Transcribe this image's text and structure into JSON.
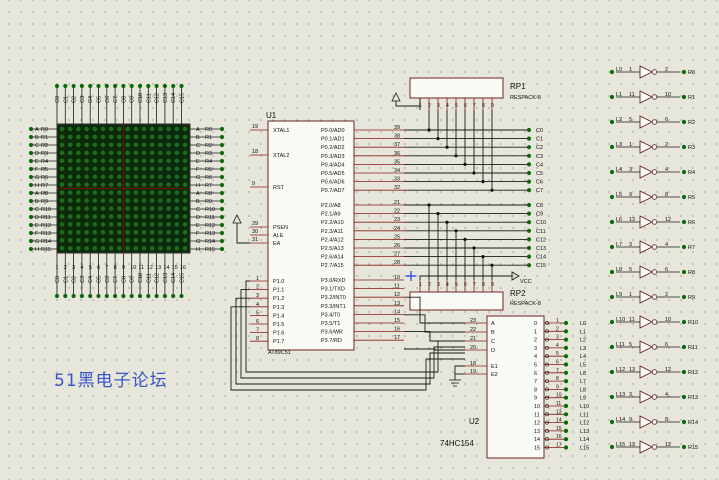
{
  "watermark": "51黑电子论坛",
  "u1": {
    "ref": "U1",
    "part": "AT89C51",
    "left_pins": [
      {
        "num": "19",
        "name": "XTAL1"
      },
      {
        "num": "18",
        "name": "XTAL2"
      },
      {
        "num": "9",
        "name": "RST"
      },
      {
        "num": "29",
        "name": "PSEN"
      },
      {
        "num": "30",
        "name": "ALE"
      },
      {
        "num": "31",
        "name": "EA"
      }
    ],
    "p1_pins": [
      {
        "num": "1",
        "name": "P1.0"
      },
      {
        "num": "2",
        "name": "P1.1"
      },
      {
        "num": "3",
        "name": "P1.2"
      },
      {
        "num": "4",
        "name": "P1.3"
      },
      {
        "num": "5",
        "name": "P1.4"
      },
      {
        "num": "6",
        "name": "P1.5"
      },
      {
        "num": "7",
        "name": "P1.6"
      },
      {
        "num": "8",
        "name": "P1.7"
      }
    ],
    "p0_pins": [
      {
        "num": "39",
        "name": "P0.0/AD0"
      },
      {
        "num": "38",
        "name": "P0.1/AD1"
      },
      {
        "num": "37",
        "name": "P0.2/AD2"
      },
      {
        "num": "36",
        "name": "P0.3/AD3"
      },
      {
        "num": "35",
        "name": "P0.4/AD4"
      },
      {
        "num": "34",
        "name": "P0.5/AD5"
      },
      {
        "num": "33",
        "name": "P0.6/AD6"
      },
      {
        "num": "32",
        "name": "P0.7/AD7"
      }
    ],
    "p2_pins": [
      {
        "num": "21",
        "name": "P2.0/A8"
      },
      {
        "num": "22",
        "name": "P2.1/A9"
      },
      {
        "num": "23",
        "name": "P2.2/A10"
      },
      {
        "num": "24",
        "name": "P2.3/A11"
      },
      {
        "num": "25",
        "name": "P2.4/A12"
      },
      {
        "num": "26",
        "name": "P2.5/A13"
      },
      {
        "num": "27",
        "name": "P2.6/A14"
      },
      {
        "num": "28",
        "name": "P2.7/A15"
      }
    ],
    "p3_pins": [
      {
        "num": "10",
        "name": "P3.0/RXD"
      },
      {
        "num": "11",
        "name": "P3.1/TXD"
      },
      {
        "num": "12",
        "name": "P3.2/INT0"
      },
      {
        "num": "13",
        "name": "P3.3/INT1"
      },
      {
        "num": "14",
        "name": "P3.4/T0"
      },
      {
        "num": "15",
        "name": "P3.5/T1"
      },
      {
        "num": "16",
        "name": "P3.6/WR"
      },
      {
        "num": "17",
        "name": "P3.7/RD"
      }
    ]
  },
  "rp1": {
    "ref": "RP1",
    "part": "RESPACK-8"
  },
  "rp2": {
    "ref": "RP2",
    "part": "RESPACK-8",
    "vcc": "VCC"
  },
  "u2": {
    "ref": "U2",
    "part": "74HC154",
    "in_pins": [
      {
        "num": "23",
        "name": "A"
      },
      {
        "num": "22",
        "name": "B"
      },
      {
        "num": "21",
        "name": "C"
      },
      {
        "num": "20",
        "name": "D"
      },
      {
        "num": "18",
        "name": "E1"
      },
      {
        "num": "19",
        "name": "E2"
      }
    ],
    "out_pins": [
      "0",
      "1",
      "2",
      "3",
      "4",
      "5",
      "6",
      "7",
      "8",
      "9",
      "10",
      "11",
      "12",
      "13",
      "14",
      "15"
    ],
    "out_nums": [
      "1",
      "2",
      "3",
      "4",
      "5",
      "6",
      "7",
      "8",
      "9",
      "10",
      "11",
      "13",
      "14",
      "15",
      "16",
      "17"
    ],
    "out_labels": [
      "L0",
      "L1",
      "L2",
      "L3",
      "L4",
      "L5",
      "L6",
      "L7",
      "L8",
      "L9",
      "L10",
      "L11",
      "L12",
      "L13",
      "L14",
      "L15"
    ]
  },
  "col_net_labels": [
    "C0",
    "C1",
    "C2",
    "C3",
    "C4",
    "C5",
    "C6",
    "C7",
    "C8",
    "C9",
    "C10",
    "C11",
    "C12",
    "C13",
    "C14",
    "C15"
  ],
  "matrix": {
    "top_labels": [
      "C0",
      "C1",
      "C2",
      "C3",
      "C4",
      "C5",
      "C6",
      "C7",
      "C8",
      "C9",
      "C10",
      "C11",
      "C12",
      "C13",
      "C14",
      "C15"
    ],
    "bottom_labels": [
      "C0",
      "C1",
      "C2",
      "C3",
      "C4",
      "C5",
      "C6",
      "C7",
      "C8",
      "C9",
      "C10",
      "C11",
      "C12",
      "C13",
      "C14",
      "C15"
    ],
    "left_labels": [
      "R0",
      "R1",
      "R2",
      "R3",
      "R4",
      "R5",
      "R6",
      "R7",
      "R8",
      "R9",
      "R10",
      "R11",
      "R12",
      "R13",
      "R14",
      "R15"
    ],
    "left_letters": [
      "A",
      "B",
      "C",
      "D",
      "E",
      "F",
      "G",
      "H",
      "A",
      "B",
      "C",
      "D",
      "E",
      "F",
      "G",
      "H"
    ],
    "right_letters": [
      "A",
      "B",
      "C",
      "D",
      "E",
      "F",
      "G",
      "H",
      "A",
      "B",
      "C",
      "D",
      "E",
      "F",
      "G",
      "H"
    ],
    "right_labels": [
      "R0",
      "R1",
      "R2",
      "R3",
      "R4",
      "R5",
      "R6",
      "R7",
      "R8",
      "R9",
      "R10",
      "R11",
      "R12",
      "R13",
      "R14",
      "R15"
    ]
  },
  "inverters": [
    {
      "in": "L0",
      "a": "1",
      "b": "2",
      "out": "R0"
    },
    {
      "in": "L1",
      "a": "11",
      "b": "10",
      "out": "R1"
    },
    {
      "in": "L2",
      "a": "5",
      "b": "6",
      "out": "R2"
    },
    {
      "in": "L3",
      "a": "1",
      "b": "2",
      "out": "R3"
    },
    {
      "in": "L4",
      "a": "3",
      "b": "4",
      "out": "R4"
    },
    {
      "in": "L5",
      "a": "9",
      "b": "8",
      "out": "R5"
    },
    {
      "in": "L6",
      "a": "13",
      "b": "12",
      "out": "R6"
    },
    {
      "in": "L7",
      "a": "3",
      "b": "4",
      "out": "R7"
    },
    {
      "in": "L8",
      "a": "5",
      "b": "6",
      "out": "R8"
    },
    {
      "in": "L9",
      "a": "1",
      "b": "2",
      "out": "R9"
    },
    {
      "in": "L10",
      "a": "11",
      "b": "10",
      "out": "R10"
    },
    {
      "in": "L11",
      "a": "5",
      "b": "6",
      "out": "R11"
    },
    {
      "in": "L12",
      "a": "13",
      "b": "12",
      "out": "R12"
    },
    {
      "in": "L13",
      "a": "3",
      "b": "4",
      "out": "R13"
    },
    {
      "in": "L14",
      "a": "9",
      "b": "8",
      "out": "R14"
    },
    {
      "in": "L15",
      "a": "13",
      "b": "12",
      "out": "R15"
    }
  ],
  "colors": {
    "wire": "#1a1a1a",
    "chip_outline": "#6b2424",
    "chip_fill": "#fbfbf5",
    "pin_red": "#8b1a1a",
    "node": "#0a6a0a",
    "cursor": "#1a3fe0"
  }
}
